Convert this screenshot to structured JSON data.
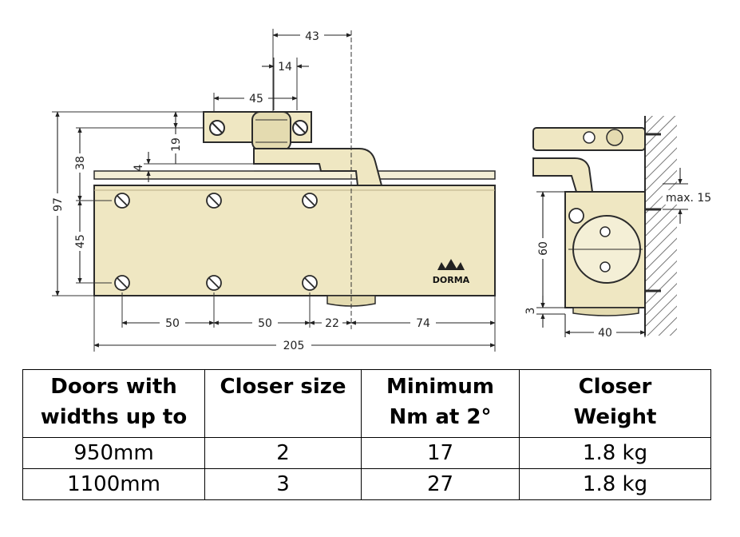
{
  "colors": {
    "body": "#efe7c2",
    "body_shadow": "#d8cfa4",
    "line": "#2b2b2b",
    "wall": "#8a8a8a"
  },
  "front_view": {
    "dimensions": {
      "d43": "43",
      "d14": "14",
      "d45_top": "45",
      "d19": "19",
      "d4": "4",
      "d38": "38",
      "d97": "97",
      "d45_left": "45",
      "d50_a": "50",
      "d50_b": "50",
      "d22": "22",
      "d74": "74",
      "d205": "205"
    },
    "logo_text": "DORMA"
  },
  "side_view": {
    "dimensions": {
      "max15": "max. 15",
      "d60": "60",
      "d3": "3",
      "d40": "40"
    }
  },
  "table": {
    "headers": [
      [
        "Doors with",
        "widths up to"
      ],
      [
        "Closer size"
      ],
      [
        "Minimum",
        "Nm at 2°"
      ],
      [
        "Closer",
        "Weight"
      ]
    ],
    "rows": [
      [
        "950mm",
        "2",
        "17",
        "1.8 kg"
      ],
      [
        "1100mm",
        "3",
        "27",
        "1.8 kg"
      ]
    ]
  }
}
